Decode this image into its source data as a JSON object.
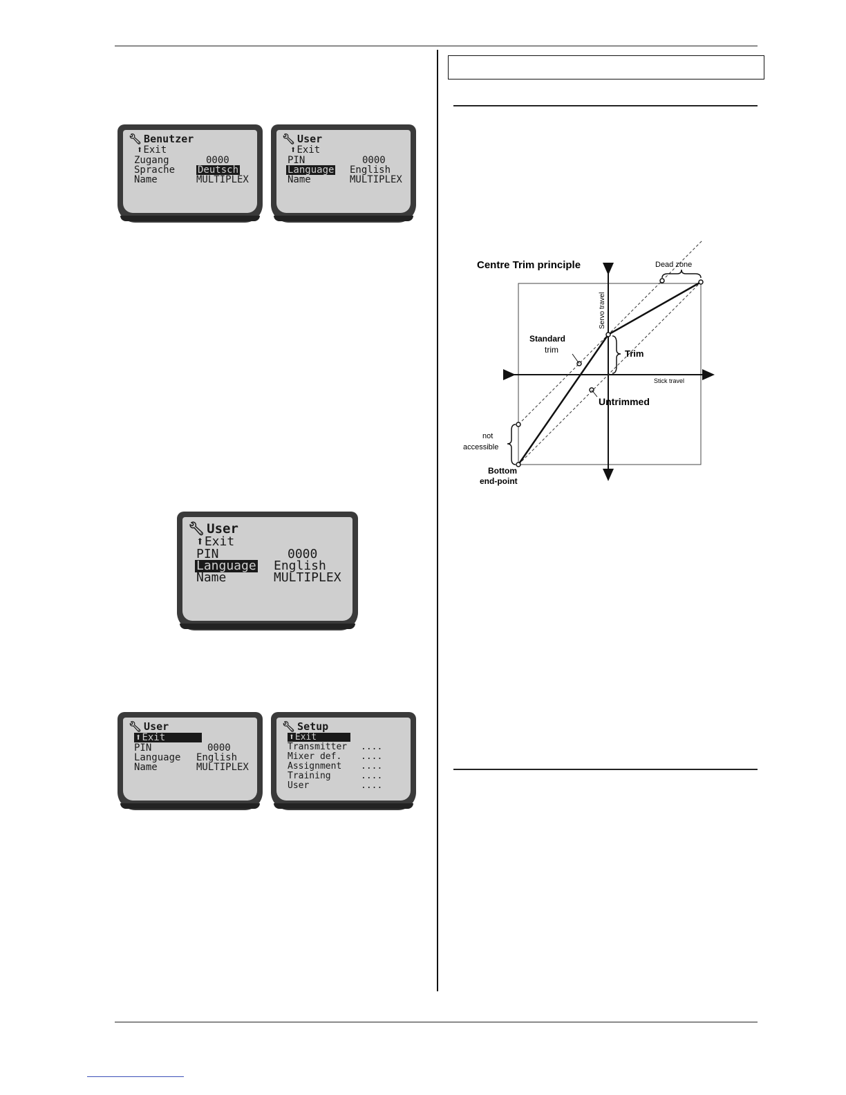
{
  "screens": {
    "benutzer": {
      "title": "Benutzer",
      "exit": "Exit",
      "rows": [
        {
          "label": "Zugang",
          "value": "0000"
        },
        {
          "label": "Sprache",
          "value": "Deutsch"
        },
        {
          "label": "Name",
          "value": "MULTIPLEX"
        }
      ]
    },
    "user_top": {
      "title": "User",
      "exit": "Exit",
      "rows": [
        {
          "label": "PIN",
          "value": "0000"
        },
        {
          "label": "Language",
          "value": "English"
        },
        {
          "label": "Name",
          "value": "MULTIPLEX"
        }
      ]
    },
    "user_large": {
      "title": "User",
      "exit": "Exit",
      "rows": [
        {
          "label": "PIN",
          "value": "0000"
        },
        {
          "label": "Language",
          "value": "English"
        },
        {
          "label": "Name",
          "value": "MULTIPLEX"
        }
      ]
    },
    "user_bottom": {
      "title": "User",
      "exit": "Exit",
      "rows": [
        {
          "label": "PIN",
          "value": "0000"
        },
        {
          "label": "Language",
          "value": "English"
        },
        {
          "label": "Name",
          "value": "MULTIPLEX"
        }
      ]
    },
    "setup": {
      "title": "Setup",
      "exit": "Exit",
      "rows": [
        {
          "label": "Transmitter",
          "value": "...."
        },
        {
          "label": "Mixer def.",
          "value": "...."
        },
        {
          "label": "Assignment",
          "value": "...."
        },
        {
          "label": "Training",
          "value": "...."
        },
        {
          "label": "User",
          "value": "...."
        }
      ]
    }
  },
  "diagram": {
    "title": "Centre Trim principle",
    "dead_zone": "Dead zone",
    "servo_travel": "Servo travel",
    "stick_travel": "Stick travel",
    "standard_trim": [
      "Standard",
      "trim"
    ],
    "trim": "Trim",
    "untrimmed": "Untrimmed",
    "not_accessible": [
      "not",
      "accessible"
    ],
    "bottom_endpoint": [
      "Bottom",
      "end-point"
    ]
  }
}
